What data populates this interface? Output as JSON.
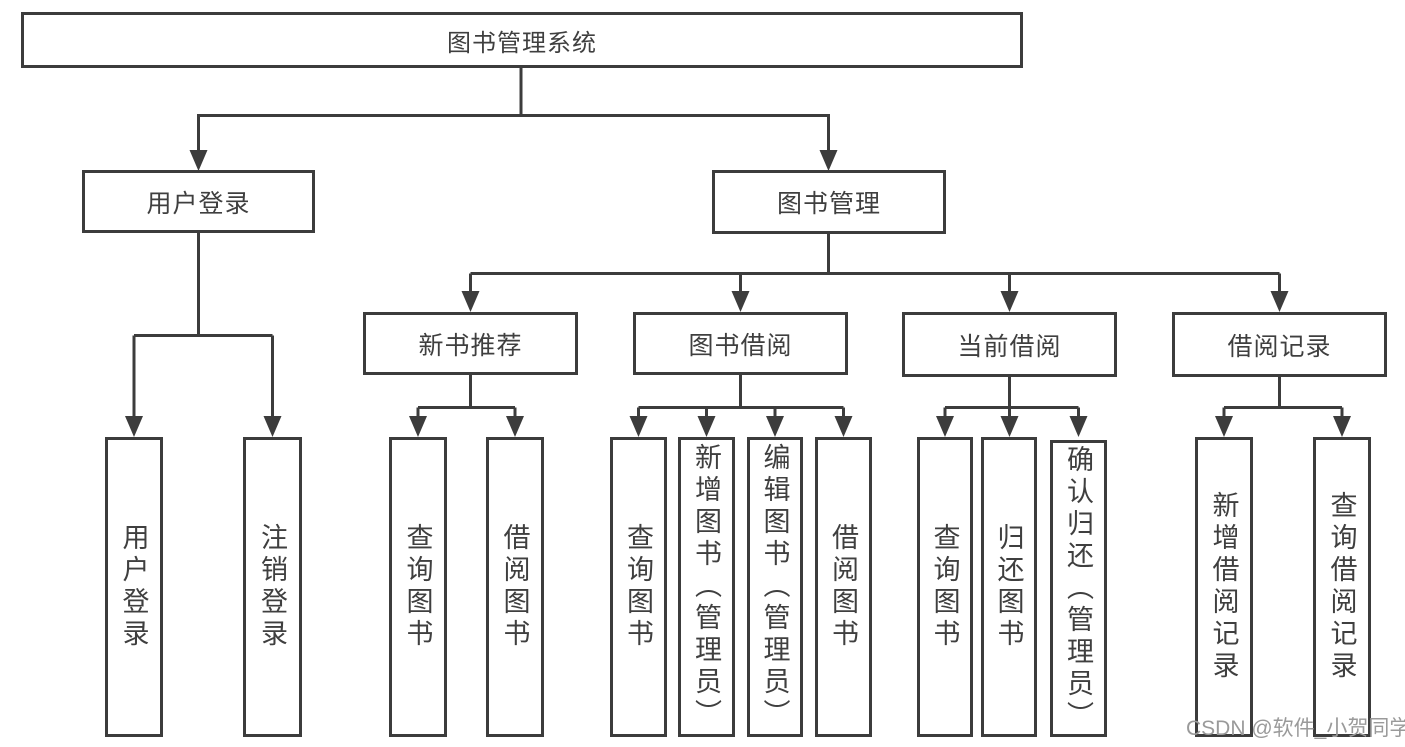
{
  "nodes": {
    "root": "图书管理系统",
    "user_login": "用户登录",
    "book_mgmt": "图书管理",
    "new_book_rec": "新书推荐",
    "book_borrow": "图书借阅",
    "current_borrow": "当前借阅",
    "borrow_record": "借阅记录",
    "leaf_user_login": "用户登录",
    "leaf_logout": "注销登录",
    "leaf_query_book_newrec": "查询图书",
    "leaf_borrow_book_newrec": "借阅图书",
    "leaf_query_book_borrow": "查询图书",
    "leaf_add_book_admin": "新增图书（管理员）",
    "leaf_edit_book_admin": "编辑图书（管理员）",
    "leaf_borrow_book_borrow": "借阅图书",
    "leaf_query_book_current": "查询图书",
    "leaf_return_book": "归还图书",
    "leaf_confirm_return_admin": "确认归还（管理员）",
    "leaf_add_borrow_record": "新增借阅记录",
    "leaf_query_borrow_record": "查询借阅记录"
  },
  "watermark": "CSDN @软件_小贺同学",
  "colors": {
    "line": "#3c3c3c",
    "text": "#3f3f3f",
    "node_fill": "#ffffff",
    "watermark": "#9a9a9a",
    "background": "#ffffff"
  }
}
